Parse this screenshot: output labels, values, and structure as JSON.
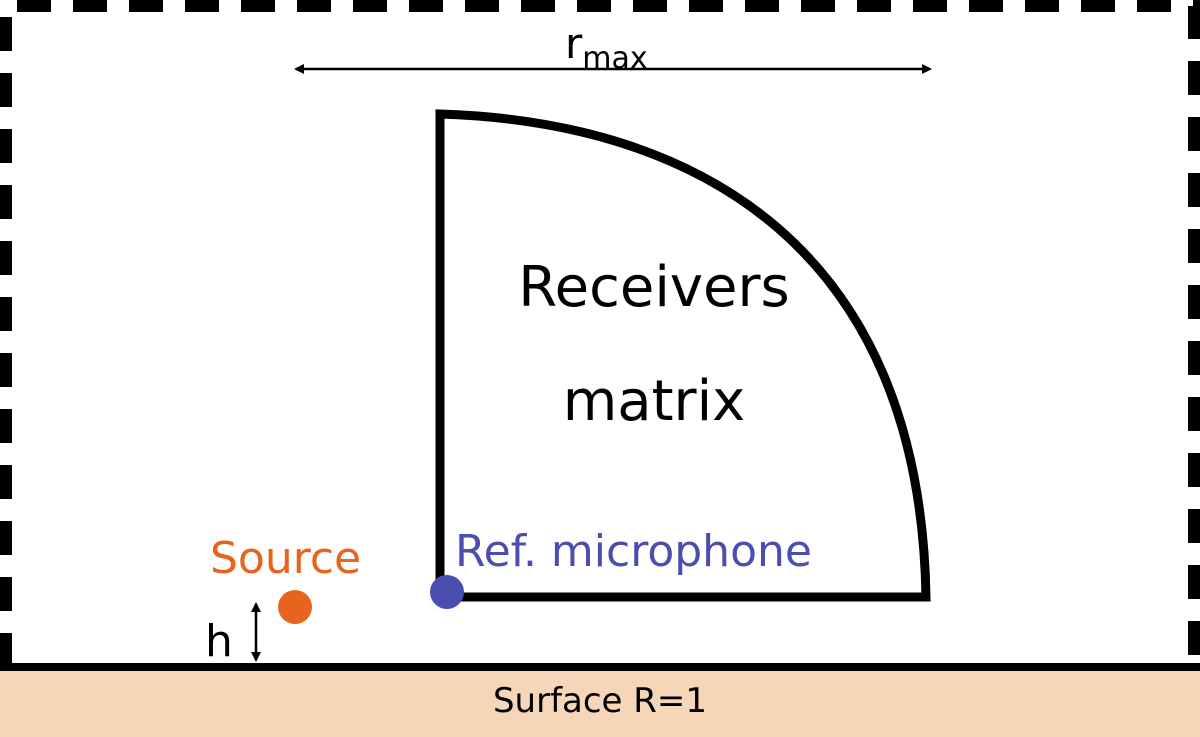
{
  "domain_boundary": {
    "style": "dashed",
    "color": "#000000"
  },
  "rmax_arrow": {
    "symbol": "r",
    "subscript": "max"
  },
  "receivers_region": {
    "label_line1": "Receivers",
    "label_line2": "matrix",
    "stroke_color": "#000000"
  },
  "reference_microphone": {
    "label": "Ref. microphone",
    "color": "#4a4faf"
  },
  "source": {
    "label": "Source",
    "color": "#e8641e"
  },
  "height_marker": {
    "label": "h"
  },
  "surface": {
    "label": "Surface R=1",
    "fill_color": "#f5d6b8"
  }
}
